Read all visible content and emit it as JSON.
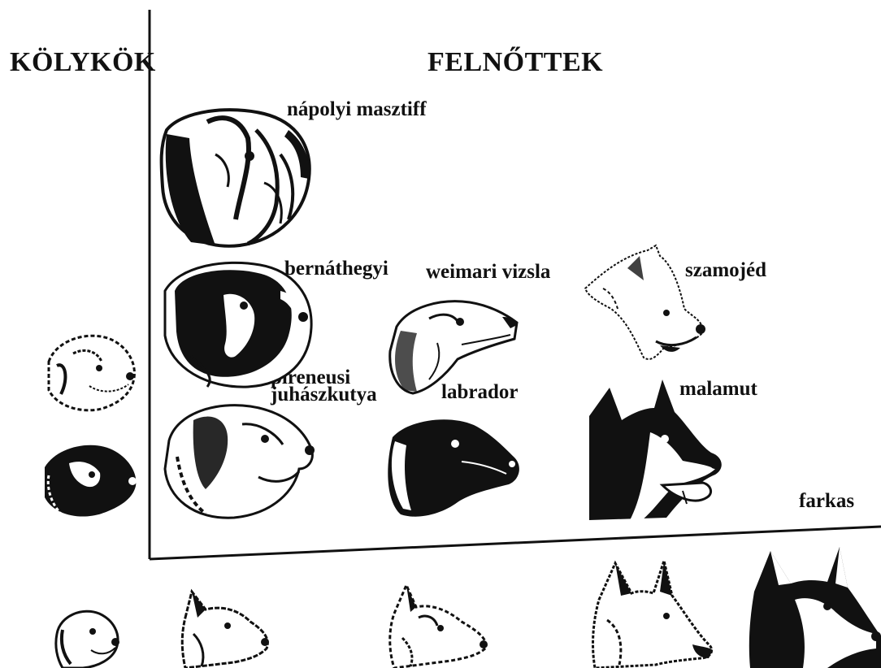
{
  "headings": {
    "puppies": "KÖLYKÖK",
    "adults": "FELNŐTTEK"
  },
  "breeds": {
    "napolyi_masztiff": "nápolyi masztiff",
    "bernathegyi": "bernáthegyi",
    "weimari_vizsla": "weimari vizsla",
    "szamojed": "szamojéd",
    "pireneusi_line1": "pireneusi",
    "pireneusi_line2": "juhászkutya",
    "labrador": "labrador",
    "malamut": "malamut",
    "farkas": "farkas"
  },
  "colors": {
    "ink": "#111111",
    "background": "#ffffff"
  }
}
